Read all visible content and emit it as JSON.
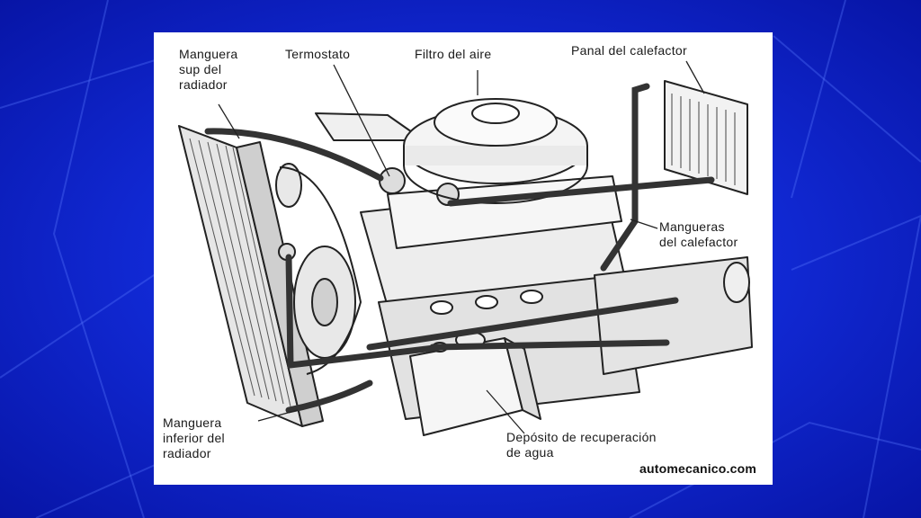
{
  "labels": {
    "upper_hose": [
      "Manguera",
      "sup del",
      "radiador"
    ],
    "thermostat": "Termostato",
    "air_filter": "Filtro del aire",
    "heater_core": "Panal del calefactor",
    "heater_hoses": [
      "Mangueras",
      "del calefactor"
    ],
    "lower_hose": [
      "Manguera",
      "inferior del",
      "radiador"
    ],
    "overflow_tank": [
      "Depósito de recuperación",
      "de agua"
    ]
  },
  "credit": "automecanico.com",
  "colors": {
    "background": "#0a1fb8",
    "panel": "#ffffff",
    "ink": "#1a1a1a"
  }
}
